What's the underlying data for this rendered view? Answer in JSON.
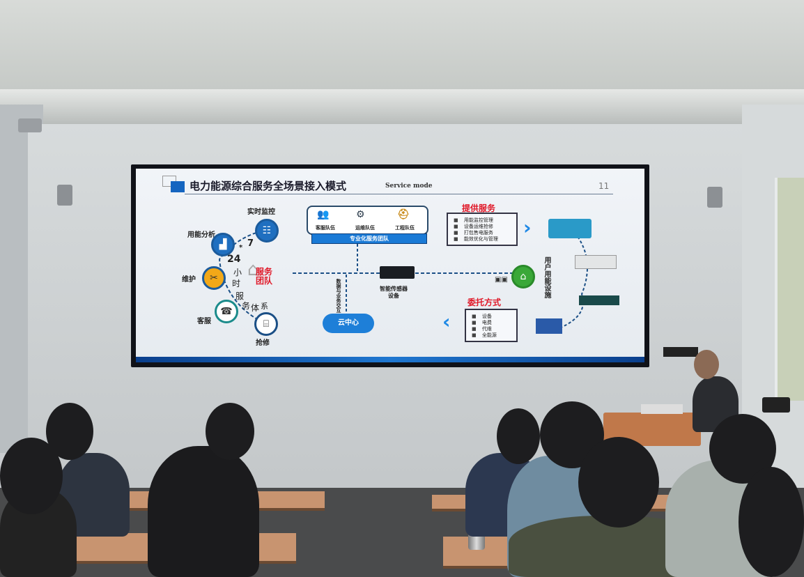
{
  "slide": {
    "title": "电力能源综合服务全场景接入模式",
    "subtitle": "Service mode",
    "page_number": "11",
    "cycle": {
      "items": [
        "实时监控",
        "用能分析",
        "维护",
        "客服",
        "抢修"
      ],
      "seven": "7",
      "star": "*",
      "twenty_four": "24",
      "vertical_chars": [
        "小",
        "时",
        "服",
        "务",
        "体",
        "系"
      ]
    },
    "service_team": "服务\n团队",
    "teams": [
      "客服队伍",
      "运维队伍",
      "工程队伍"
    ],
    "team_banner": "专业化服务团队",
    "sensor_label": "智能传感器\n设备",
    "data_link": "数据与业务交互",
    "cloud": "云中心",
    "provide": {
      "title": "提供服务",
      "items": [
        "用能监控管理",
        "设备运维抢修",
        "打包售电服务",
        "能效优化与管理"
      ]
    },
    "user_facility": "用户用能设施",
    "entrust": {
      "title": "委托方式",
      "items": [
        "设备",
        "电费",
        "代维",
        "全能源"
      ]
    }
  }
}
